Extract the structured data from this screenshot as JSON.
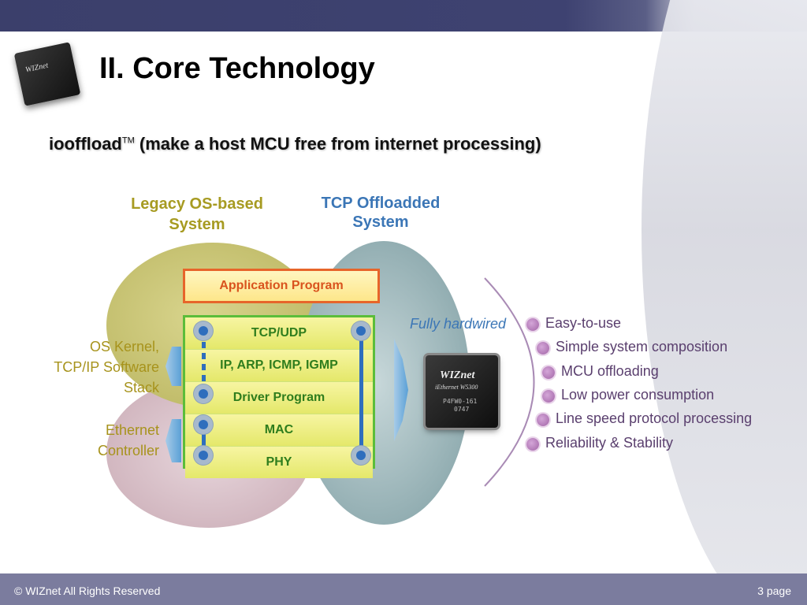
{
  "slide": {
    "title": "II.  Core Technology",
    "subtitle_main": "iooffload",
    "subtitle_tm": "TM",
    "subtitle_rest": " (make a host MCU free from internet processing)"
  },
  "diagram": {
    "legacy_caption_l1": "Legacy OS-based",
    "legacy_caption_l2": "System",
    "tcp_caption_l1": "TCP Offloadded",
    "tcp_caption_l2": "System",
    "application": "Application Program",
    "layers": [
      "TCP/UDP",
      "IP, ARP, ICMP, IGMP",
      "Driver Program",
      "MAC",
      "PHY"
    ],
    "os_label_l1": "OS Kernel,",
    "os_label_l2": "TCP/IP Software",
    "os_label_l3": "Stack",
    "eth_label_l1": "Ethernet",
    "eth_label_l2": "Controller",
    "fully_hardwired": "Fully hardwired",
    "chip": {
      "brand": "WIZnet",
      "model": "iEthernet W5300",
      "code": "P4FW0-161",
      "code2": "0747"
    }
  },
  "benefits": [
    "Easy-to-use",
    "Simple system composition",
    "MCU offloading",
    "Low power consumption",
    "Line speed protocol processing",
    "Reliability & Stability"
  ],
  "footer": {
    "copyright": "© WIZnet All Rights Reserved",
    "page": "3 page"
  },
  "colors": {
    "header_bar": "#3e4271",
    "footer_bar": "#7b7c9e",
    "legacy_text": "#a79b22",
    "tcp_text": "#3b76b6",
    "benefit_text": "#5a3f6e"
  }
}
